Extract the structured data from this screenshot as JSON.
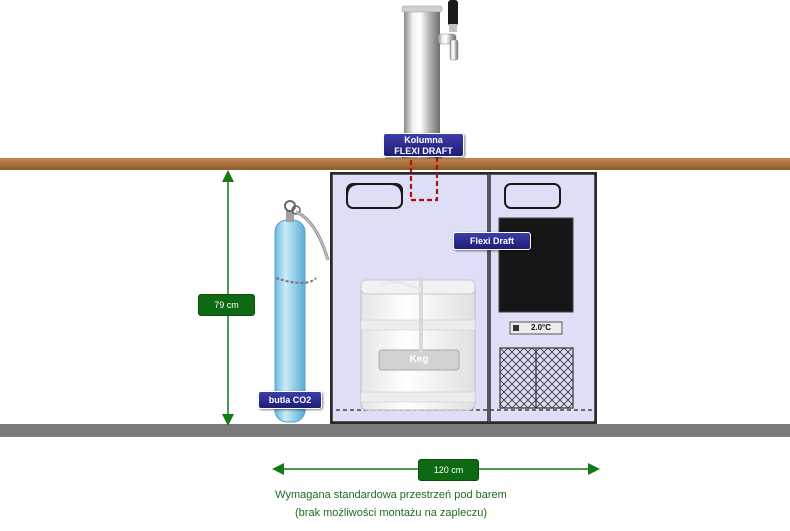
{
  "labels": {
    "kolumna_line1": "Kolumna",
    "kolumna_line2": "FLEXI DRAFT",
    "flexi_draft": "Flexi Draft",
    "keg": "Keg",
    "butla_co2": "butla CO2",
    "temperature": "2.0°C"
  },
  "dimensions": {
    "height": "79 cm",
    "width": "120 cm"
  },
  "caption": {
    "line1": "Wymagana standardowa przestrzeń pod barem",
    "line2": "(brak możliwości montażu na zapleczu)"
  },
  "colors": {
    "counter": "#a9703c",
    "floor": "#7a7a7a",
    "cabinet": "#dcdcf5",
    "label_blue": "#26268a",
    "dimension_green": "#0e6a12",
    "cylinder": "#8fd0ec",
    "dashed_line": "#b01010"
  }
}
